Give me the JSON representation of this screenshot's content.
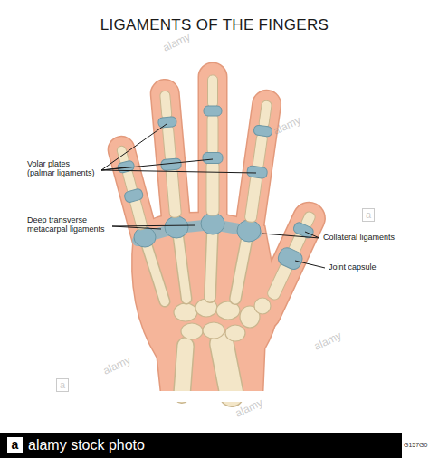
{
  "diagram": {
    "title": "LIGAMENTS OF THE FINGERS",
    "labels": [
      "Volar plates (palmar ligaments)",
      "Deep transverse metacarpal ligaments",
      "Collateral ligaments",
      "Joint capsule",
      "alamy",
      "alamy",
      "alamy",
      "alamy",
      "alamy",
      "a",
      "a",
      "a",
      "alamy stock photo",
      "G157G0"
    ]
  }
}
